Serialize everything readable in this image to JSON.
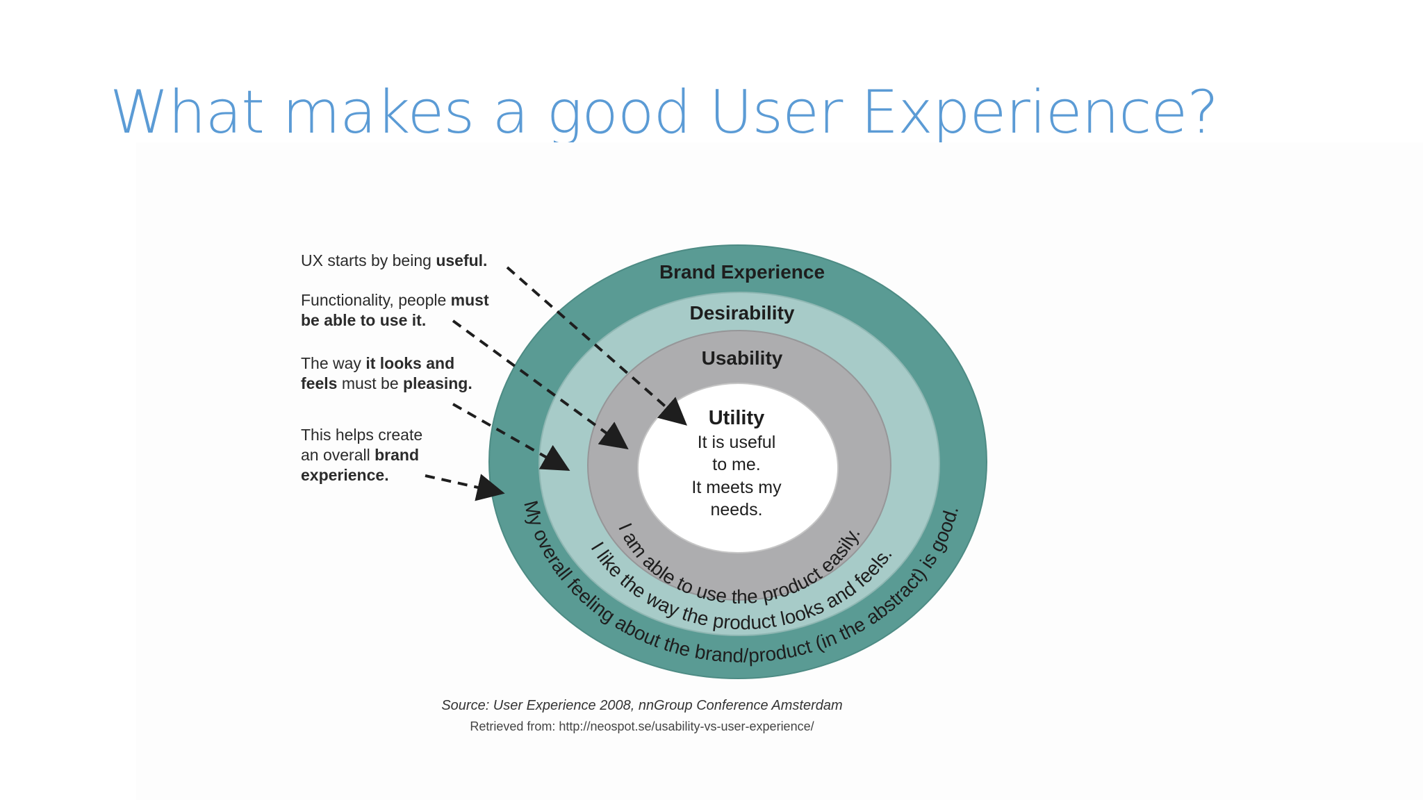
{
  "slide": {
    "title": "What makes a good User Experience?"
  },
  "diagram": {
    "rings": {
      "brand_experience": "Brand Experience",
      "desirability": "Desirability",
      "usability": "Usability",
      "utility": "Utility"
    },
    "center_lines": [
      "It is useful",
      "to me.",
      "It meets my",
      "needs."
    ],
    "curved": {
      "usability": "I am able to use the product easily.",
      "desirability": "I like the way the product looks and feels.",
      "brand": "My overall feeling about the brand/product (in the abstract) is good."
    },
    "notes": [
      {
        "parts": [
          [
            "UX starts by being ",
            "normal"
          ],
          [
            "useful.",
            "bold"
          ]
        ]
      },
      {
        "parts": [
          [
            "Functionality, people ",
            "normal"
          ],
          [
            "must",
            "bold"
          ]
        ],
        "parts2": [
          [
            "be able to use it.",
            "bold"
          ]
        ]
      },
      {
        "parts": [
          [
            "The way ",
            "normal"
          ],
          [
            "it looks and",
            "bold"
          ]
        ],
        "parts2": [
          [
            "feels",
            "bold"
          ],
          [
            " must be ",
            "normal"
          ],
          [
            "pleasing.",
            "bold"
          ]
        ]
      },
      {
        "parts": [
          [
            "This helps create",
            "normal"
          ]
        ],
        "parts2": [
          [
            "an overall ",
            "normal"
          ],
          [
            "brand",
            "bold"
          ]
        ],
        "parts3": [
          [
            "experience.",
            "bold"
          ]
        ]
      }
    ],
    "note_texts": {
      "n1a": "UX starts by being ",
      "n1b": "useful.",
      "n2a": "Functionality, people ",
      "n2b": "must",
      "n2c": "be able to use it.",
      "n3a": "The way ",
      "n3b": "it looks and",
      "n3c": "feels",
      "n3d": " must be ",
      "n3e": "pleasing.",
      "n4a": "This helps create",
      "n4b": "an overall ",
      "n4c": "brand",
      "n4d": "experience."
    },
    "source": "Source: User Experience 2008, nnGroup Conference Amsterdam",
    "retrieved": "Retrieved from: http://neospot.se/usability-vs-user-experience/",
    "colors": {
      "brand_ring": "#5a9b94",
      "desirability_ring": "#a7cbc8",
      "usability_ring": "#adadaf",
      "utility_core": "#ffffff",
      "title": "#5b9bd5"
    }
  }
}
